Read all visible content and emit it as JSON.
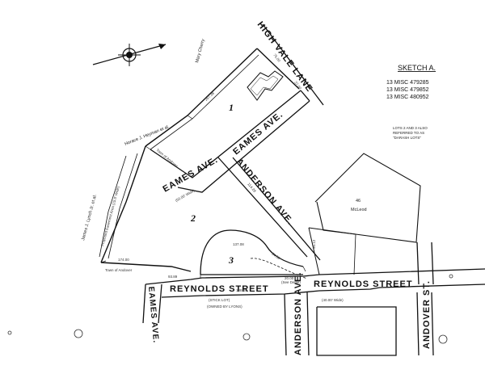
{
  "sketch": {
    "title": "SKETCH A.",
    "case_numbers": [
      "13 MISC 479285",
      "13 MISC 479852",
      "13 MISC 480952"
    ],
    "note_lines": [
      "LOTS 2 AND 3 ALSO",
      "REFERRED TO AS",
      "\"DARASH LOTS\""
    ]
  },
  "roads": {
    "high_vale_lane": "HIGH VALE LANE",
    "eames_ave_upper": "EAMES AVE.",
    "eames_ave_left": "EAMES AVE.",
    "eames_ave_bottom": "EAMES AVE.",
    "anderson_ave_diagonal": "ANDERSON AVE.",
    "anderson_ave_vertical": "ANDERSON AVE.",
    "reynolds_street_left": "REYNOLDS STREET",
    "reynolds_street_right": "REYNOLDS STREET",
    "andover_st": "ANDOVER ST."
  },
  "lots": [
    "1",
    "2",
    "3"
  ],
  "parcel_46": {
    "number": "46",
    "owner": "McLeod"
  },
  "owners": {
    "mary_cherry": "Mary Cherry",
    "horace_heyman": "Horace J. Heyman et al.",
    "james_lynch": "James J. Lynch Jr. et al.",
    "town_upper": "Town of Andover",
    "town_lower": "Town of Andover"
  },
  "annotations": {
    "proposed_easement": "Proposed Easement Area (15.0' Wide)",
    "reynolds_width": "(40.00' Wide)",
    "eames_width": "(50.00' Wide)",
    "stick_lot": "(STICK LOT)",
    "owned_by_lyons": "(OWNED BY LYONS)",
    "see_detail": "(See Detail)",
    "anderson_dim": "114.28",
    "reynolds_dim": "108.08",
    "arc_dim": "137.08",
    "bottom_left_dim": "174.00",
    "bottom_mid_dim": "93.89",
    "curve_dim": "20.00",
    "high_vale_dim": "75.00",
    "east_dim": "37.00",
    "side_dim": "90.12",
    "diag_dim": "84.59",
    "upper_dim": "257.38"
  }
}
